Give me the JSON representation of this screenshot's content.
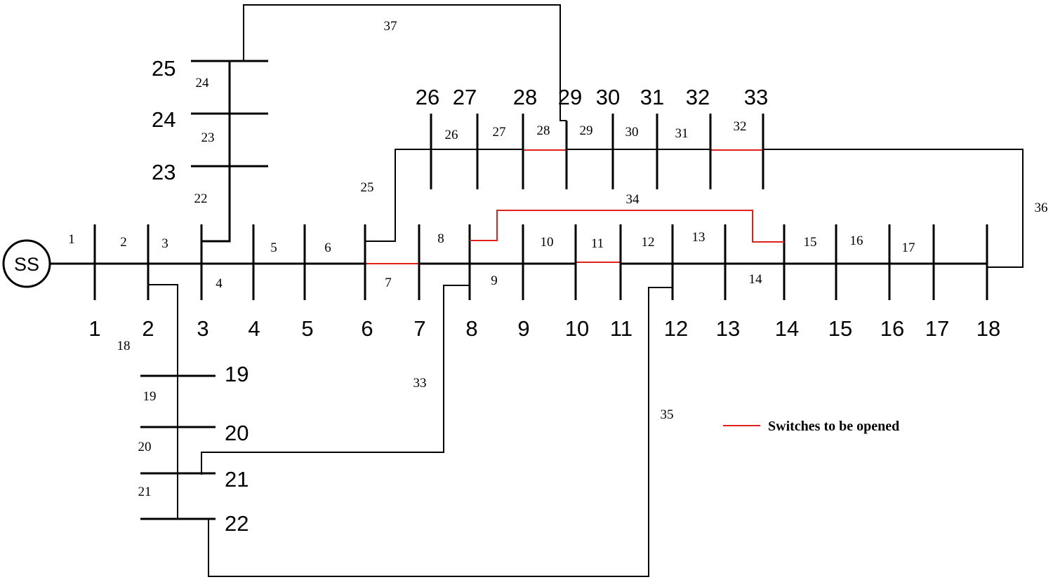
{
  "substation": {
    "label": "SS"
  },
  "bus_labels": {
    "b1": "1",
    "b2": "2",
    "b3": "3",
    "b4": "4",
    "b5": "5",
    "b6": "6",
    "b7": "7",
    "b8": "8",
    "b9": "9",
    "b10": "10",
    "b11": "11",
    "b12": "12",
    "b13": "13",
    "b14": "14",
    "b15": "15",
    "b16": "16",
    "b17": "17",
    "b18": "18",
    "b19": "19",
    "b20": "20",
    "b21": "21",
    "b22": "22",
    "b23": "23",
    "b24": "24",
    "b25": "25",
    "b26": "26",
    "b27": "27",
    "b28": "28",
    "b29": "29",
    "b30": "30",
    "b31": "31",
    "b32": "32",
    "b33": "33"
  },
  "branch_labels": {
    "l1": "1",
    "l2": "2",
    "l3": "3",
    "l4": "4",
    "l5": "5",
    "l6": "6",
    "l7": "7",
    "l8": "8",
    "l9": "9",
    "l10": "10",
    "l11": "11",
    "l12": "12",
    "l13": "13",
    "l14": "14",
    "l15": "15",
    "l16": "16",
    "l17": "17",
    "l18": "18",
    "l19": "19",
    "l20": "20",
    "l21": "21",
    "l22": "22",
    "l23": "23",
    "l24": "24",
    "l25": "25",
    "l26": "26",
    "l27": "27",
    "l28": "28",
    "l29": "29",
    "l30": "30",
    "l31": "31",
    "l32": "32",
    "l33": "33",
    "l34": "34",
    "l35": "35",
    "l36": "36",
    "l37": "37"
  },
  "legend": {
    "label": "Switches to be opened",
    "color": "#e0201a"
  }
}
